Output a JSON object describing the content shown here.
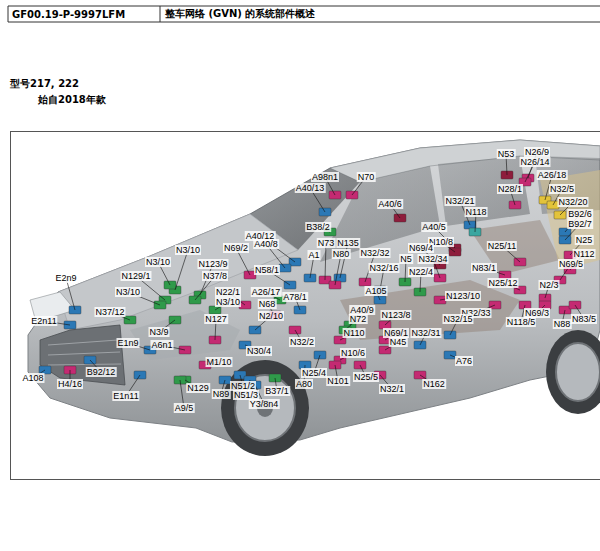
{
  "diagram": {
    "title": "整车网络 (GVN) 的系统部件概述",
    "labels": [
      "GF00.19-P-9997LFM",
      "型号217, 222",
      "始自2018年款",
      "N53",
      "N26/9",
      "N26/14",
      "A98n1",
      "N70",
      "A26/18",
      "A40/13",
      "N28/1",
      "N32/5",
      "A40/6",
      "N32/21",
      "N32/20",
      "N118",
      "B92/6",
      "B38/2",
      "A40/12",
      "A40/5",
      "N10/8",
      "B92/7",
      "N25",
      "N3/10",
      "N69/2",
      "N73",
      "N135",
      "A40/8",
      "A1",
      "N80",
      "N32/32",
      "N69/4",
      "N25/11",
      "N112",
      "N3/10",
      "N123/9",
      "N58/1",
      "N32/16",
      "N32/34",
      "N5",
      "N83/1",
      "N69/5",
      "N129/1",
      "N37/8",
      "N22/4",
      "N3/10",
      "N22/1",
      "A26/17",
      "A78/1",
      "A105",
      "N25/12",
      "N2/3",
      "E2n9",
      "E2n11",
      "N37/12",
      "N3/10",
      "N68",
      "N123/10",
      "N32/33",
      "N118/5",
      "N69/3",
      "N88",
      "N83/5",
      "N127",
      "N2/10",
      "A40/9",
      "N72",
      "N123/8",
      "N32/15",
      "N3/9",
      "A6n1",
      "E1n9",
      "N32/2",
      "N110",
      "N69/1",
      "N32/31",
      "N45",
      "N10/6",
      "N30/4",
      "M1/10",
      "A76",
      "N25/4",
      "N25/5",
      "B92/12",
      "H4/16",
      "A108",
      "N129",
      "N89",
      "N51/2",
      "N51/3",
      "B37/1",
      "Y3/8n4",
      "N101",
      "A80",
      "N32/1",
      "N162",
      "E1n11",
      "A9/5"
    ]
  }
}
